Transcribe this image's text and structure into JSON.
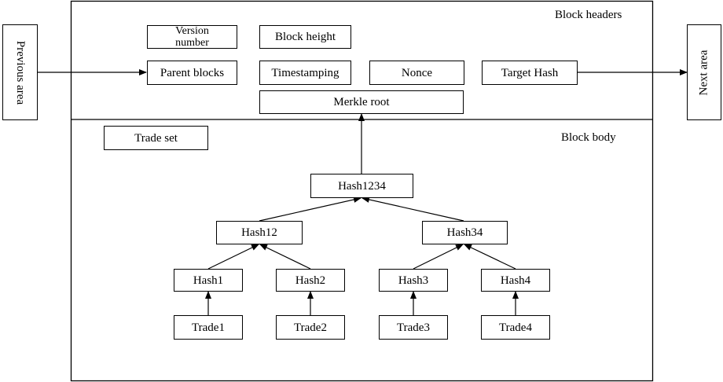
{
  "headers": {
    "title": "Block headers",
    "version_number": "Version\nnumber",
    "block_height": "Block height",
    "parent_blocks": "Parent blocks",
    "timestamping": "Timestamping",
    "nonce": "Nonce",
    "target_hash": "Target Hash",
    "merkle_root": "Merkle root"
  },
  "body": {
    "title": "Block body",
    "trade_set": "Trade set",
    "hash1234": "Hash1234",
    "hash12": "Hash12",
    "hash34": "Hash34",
    "hash1": "Hash1",
    "hash2": "Hash2",
    "hash3": "Hash3",
    "hash4": "Hash4",
    "trade1": "Trade1",
    "trade2": "Trade2",
    "trade3": "Trade3",
    "trade4": "Trade4"
  },
  "side": {
    "previous_area": "Previous area",
    "next_area": "Next area"
  }
}
